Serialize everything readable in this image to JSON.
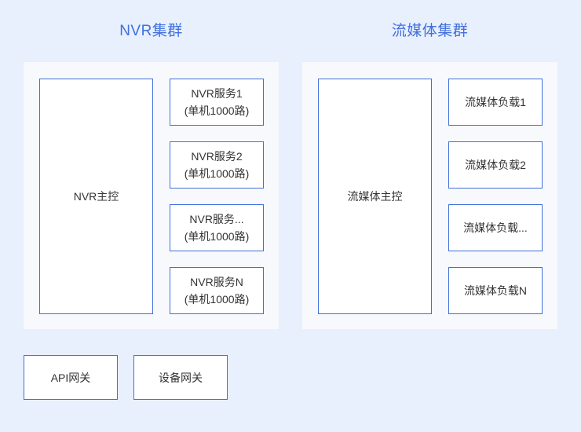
{
  "theme": {
    "page_background": "#e8effd",
    "panel_background": "#f7f9fd",
    "box_background": "#ffffff",
    "box_border": "#4070d8",
    "title_color": "#4070dd",
    "text_color": "#333333"
  },
  "clusters": [
    {
      "title": "NVR集群",
      "master": {
        "label": "NVR主控"
      },
      "nodes": [
        {
          "line1": "NVR服务1",
          "line2": "(单机1000路)"
        },
        {
          "line1": "NVR服务2",
          "line2": "(单机1000路)"
        },
        {
          "line1": "NVR服务...",
          "line2": "(单机1000路)"
        },
        {
          "line1": "NVR服务N",
          "line2": "(单机1000路)"
        }
      ]
    },
    {
      "title": "流媒体集群",
      "master": {
        "label": "流媒体主控"
      },
      "nodes": [
        {
          "line1": "流媒体负载1",
          "line2": ""
        },
        {
          "line1": "流媒体负载2",
          "line2": ""
        },
        {
          "line1": "流媒体负载...",
          "line2": ""
        },
        {
          "line1": "流媒体负载N",
          "line2": ""
        }
      ]
    }
  ],
  "gateways": [
    {
      "label": "API网关"
    },
    {
      "label": "设备网关"
    }
  ]
}
